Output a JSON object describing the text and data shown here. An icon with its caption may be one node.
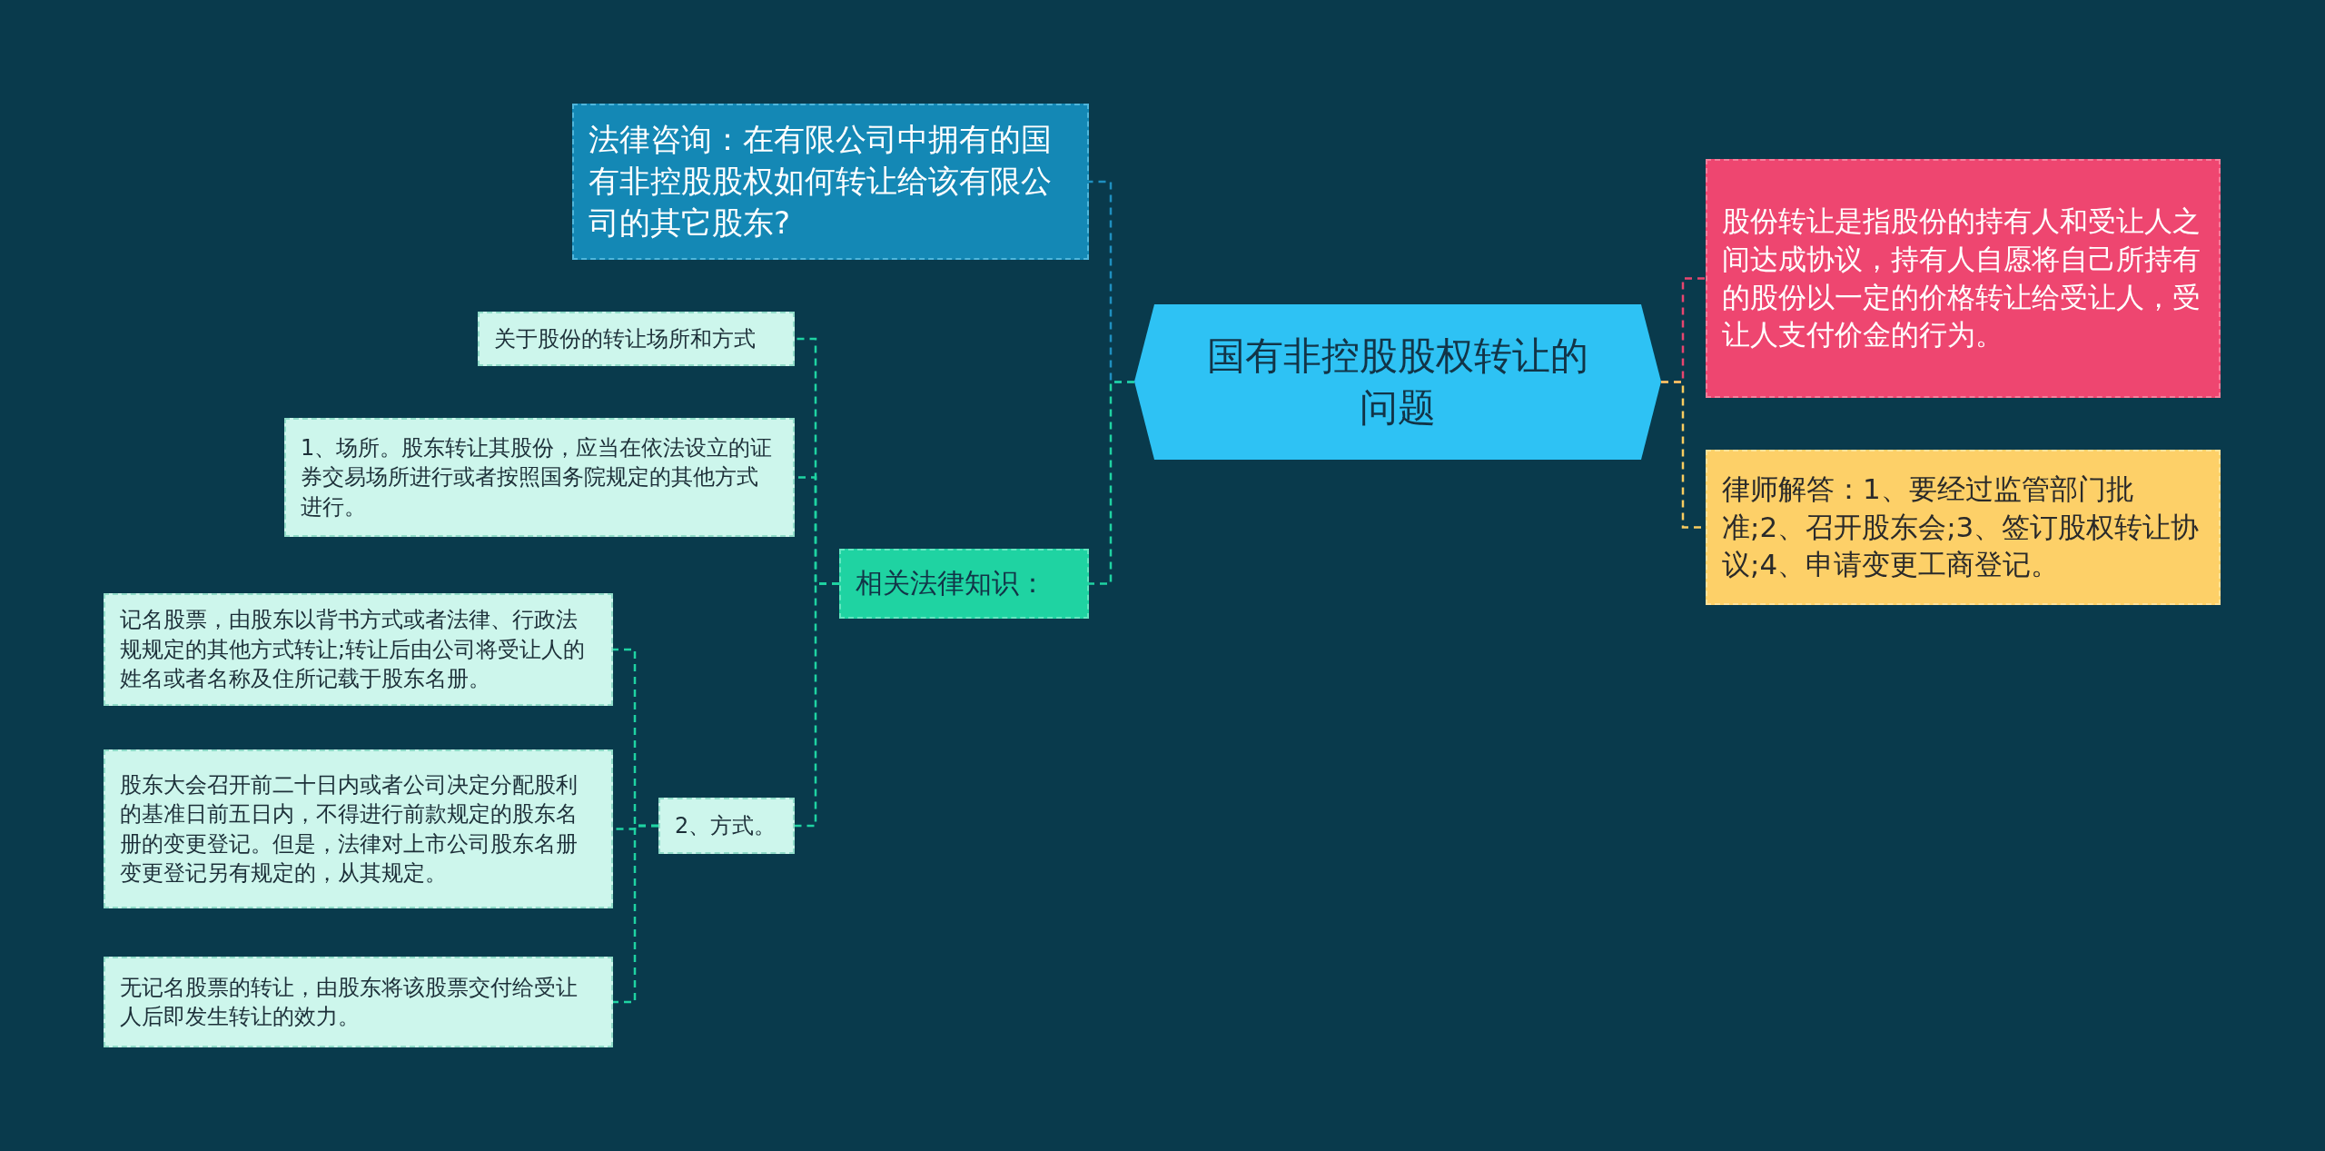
{
  "diagram": {
    "nodes": [
      {
        "text": [
          "国有非控股股权转让的问题"
        ]
      },
      {
        "text": [
          "法律咨询：在有限公司中拥有的国有非控股股权如何转让给该有限公司的其它股东?"
        ]
      },
      {
        "text": [
          "相关法律知识："
        ]
      },
      {
        "text": [
          "关于股份的转让场所和方式"
        ]
      },
      {
        "text": [
          "1、场所。股东转让其股份，应当在依法设立的证券交易场所进行或者按照国务院规定的其他方式进行。"
        ]
      },
      {
        "text": [
          "2、方式。"
        ]
      },
      {
        "text": [
          "记名股票，由股东以背书方式或者法律、行政法规规定的其他方式转让;转让后由公司将受让人的姓名或者名称及住所记载于股东名册。"
        ]
      },
      {
        "text": [
          "股东大会召开前二十日内或者公司决定分配股利的基准日前五日内，不得进行前款规定的股东名册的变更登记。但是，法律对上市公司股东名册变更登记另有规定的，从其规定。"
        ]
      },
      {
        "text": [
          "无记名股票的转让，由股东将该股票交付给受让人后即发生转让的效力。"
        ]
      },
      {
        "text": [
          "股份转让是指股份的持有人和受让人之间达成协议，持有人自愿将自己所持有的股份以一定的价格转让给受让人，受让人支付价金的行为。"
        ]
      },
      {
        "text": [
          "律师解答：1、要经过监管部门批准;2、召开股东会;3、签订股权转让协议;4、申请变更工商登记。"
        ]
      }
    ],
    "edges": [
      {
        "from": 0,
        "to": 1,
        "arrow": "none",
        "style": "dashed",
        "color": "#1f8fbf"
      },
      {
        "from": 0,
        "to": 2,
        "arrow": "none",
        "style": "dashed"
      },
      {
        "from": 2,
        "to": 3,
        "arrow": "none",
        "style": "dashed"
      },
      {
        "from": 2,
        "to": 4,
        "arrow": "none",
        "style": "dashed"
      },
      {
        "from": 2,
        "to": 5,
        "arrow": "none",
        "style": "dashed"
      },
      {
        "from": 5,
        "to": 6,
        "arrow": "none",
        "style": "dashed"
      },
      {
        "from": 5,
        "to": 7,
        "arrow": "none",
        "style": "dashed"
      },
      {
        "from": 5,
        "to": 8,
        "arrow": "none",
        "style": "dashed"
      },
      {
        "from": 0,
        "to": 9,
        "arrow": "none",
        "style": "dashed",
        "color": "#e8456f"
      },
      {
        "from": 0,
        "to": 10,
        "arrow": "none",
        "style": "dashed",
        "color": "#f8cc60"
      }
    ]
  }
}
